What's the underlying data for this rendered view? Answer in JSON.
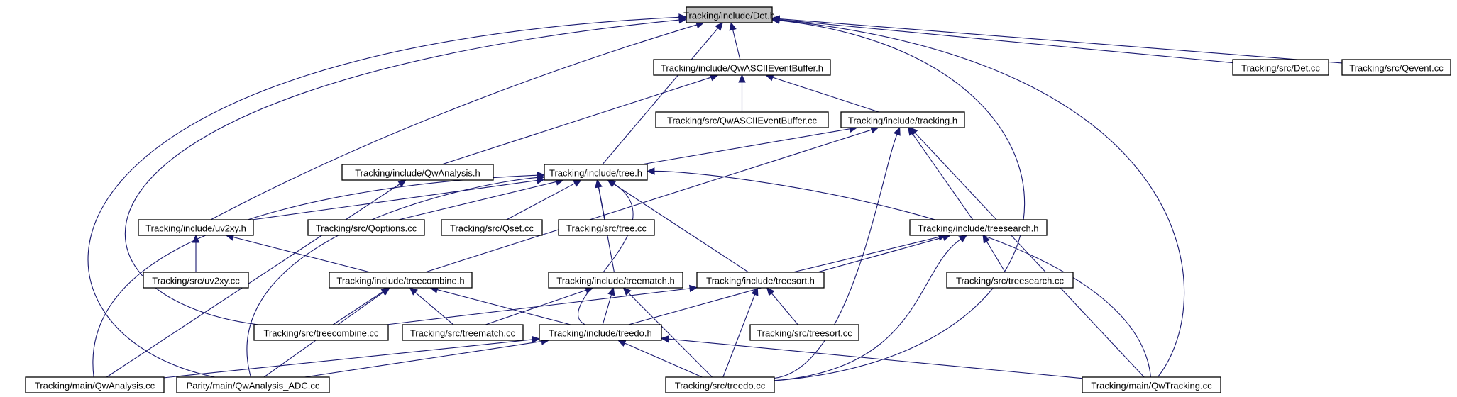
{
  "graph": {
    "colors": {
      "edge": "#191970",
      "node_border": "#000000",
      "root_fill": "#bfbfbf",
      "node_fill": "#ffffff"
    },
    "nodes": [
      {
        "id": "det_h",
        "label": "Tracking/include/Det.h",
        "root": true
      },
      {
        "id": "qwascii_h",
        "label": "Tracking/include/QwASCIIEventBuffer.h"
      },
      {
        "id": "det_cc",
        "label": "Tracking/src/Det.cc"
      },
      {
        "id": "qevent_cc",
        "label": "Tracking/src/Qevent.cc"
      },
      {
        "id": "qwascii_cc",
        "label": "Tracking/src/QwASCIIEventBuffer.cc"
      },
      {
        "id": "tracking_h",
        "label": "Tracking/include/tracking.h"
      },
      {
        "id": "qwanalysis_h",
        "label": "Tracking/include/QwAnalysis.h"
      },
      {
        "id": "tree_h",
        "label": "Tracking/include/tree.h"
      },
      {
        "id": "uv2xy_h",
        "label": "Tracking/include/uv2xy.h"
      },
      {
        "id": "qoptions_cc",
        "label": "Tracking/src/Qoptions.cc"
      },
      {
        "id": "qset_cc",
        "label": "Tracking/src/Qset.cc"
      },
      {
        "id": "tree_cc",
        "label": "Tracking/src/tree.cc"
      },
      {
        "id": "treesearch_h",
        "label": "Tracking/include/treesearch.h"
      },
      {
        "id": "uv2xy_cc",
        "label": "Tracking/src/uv2xy.cc"
      },
      {
        "id": "treecombine_h",
        "label": "Tracking/include/treecombine.h"
      },
      {
        "id": "treematch_h",
        "label": "Tracking/include/treematch.h"
      },
      {
        "id": "treesort_h",
        "label": "Tracking/include/treesort.h"
      },
      {
        "id": "treesearch_cc",
        "label": "Tracking/src/treesearch.cc"
      },
      {
        "id": "treecombine_cc",
        "label": "Tracking/src/treecombine.cc"
      },
      {
        "id": "treematch_cc",
        "label": "Tracking/src/treematch.cc"
      },
      {
        "id": "treedo_h",
        "label": "Tracking/include/treedo.h"
      },
      {
        "id": "treesort_cc",
        "label": "Tracking/src/treesort.cc"
      },
      {
        "id": "main_qwanalysis_cc",
        "label": "Tracking/main/QwAnalysis.cc"
      },
      {
        "id": "parity_adc_cc",
        "label": "Parity/main/QwAnalysis_ADC.cc"
      },
      {
        "id": "treedo_cc",
        "label": "Tracking/src/treedo.cc"
      },
      {
        "id": "qwtracking_cc",
        "label": "Tracking/main/QwTracking.cc"
      }
    ],
    "edges": [
      {
        "from": "qwascii_h",
        "to": "det_h"
      },
      {
        "from": "det_cc",
        "to": "det_h"
      },
      {
        "from": "qevent_cc",
        "to": "det_h"
      },
      {
        "from": "tree_h",
        "to": "det_h"
      },
      {
        "from": "uv2xy_h",
        "to": "det_h"
      },
      {
        "from": "treecombine_cc",
        "to": "det_h"
      },
      {
        "from": "parity_adc_cc",
        "to": "det_h"
      },
      {
        "from": "treedo_cc",
        "to": "det_h"
      },
      {
        "from": "qwtracking_cc",
        "to": "det_h"
      },
      {
        "from": "qwascii_cc",
        "to": "qwascii_h"
      },
      {
        "from": "tracking_h",
        "to": "qwascii_h"
      },
      {
        "from": "qwanalysis_h",
        "to": "qwascii_h"
      },
      {
        "from": "tree_h",
        "to": "tracking_h"
      },
      {
        "from": "treesearch_h",
        "to": "tracking_h"
      },
      {
        "from": "treecombine_h",
        "to": "tracking_h"
      },
      {
        "from": "treedo_cc",
        "to": "tracking_h"
      },
      {
        "from": "qwtracking_cc",
        "to": "tracking_h"
      },
      {
        "from": "main_qwanalysis_cc",
        "to": "qwanalysis_h"
      },
      {
        "from": "uv2xy_h",
        "to": "tree_h"
      },
      {
        "from": "qoptions_cc",
        "to": "tree_h"
      },
      {
        "from": "qset_cc",
        "to": "tree_h"
      },
      {
        "from": "tree_cc",
        "to": "tree_h"
      },
      {
        "from": "treematch_h",
        "to": "tree_h"
      },
      {
        "from": "treesort_h",
        "to": "tree_h"
      },
      {
        "from": "treedo_h",
        "to": "tree_h"
      },
      {
        "from": "main_qwanalysis_cc",
        "to": "tree_h"
      },
      {
        "from": "parity_adc_cc",
        "to": "tree_h"
      },
      {
        "from": "qwtracking_cc",
        "to": "tree_h"
      },
      {
        "from": "uv2xy_cc",
        "to": "uv2xy_h"
      },
      {
        "from": "treecombine_h",
        "to": "uv2xy_h"
      },
      {
        "from": "treesort_h",
        "to": "treesearch_h"
      },
      {
        "from": "treedo_h",
        "to": "treesearch_h"
      },
      {
        "from": "treesearch_cc",
        "to": "treesearch_h"
      },
      {
        "from": "treedo_cc",
        "to": "treesearch_h"
      },
      {
        "from": "treecombine_cc",
        "to": "treecombine_h"
      },
      {
        "from": "treematch_cc",
        "to": "treecombine_h"
      },
      {
        "from": "treedo_h",
        "to": "treecombine_h"
      },
      {
        "from": "parity_adc_cc",
        "to": "treecombine_h"
      },
      {
        "from": "treematch_cc",
        "to": "treematch_h"
      },
      {
        "from": "treedo_h",
        "to": "treematch_h"
      },
      {
        "from": "treedo_cc",
        "to": "treematch_h"
      },
      {
        "from": "treecombine_cc",
        "to": "treesort_h"
      },
      {
        "from": "treedo_cc",
        "to": "treesort_h"
      },
      {
        "from": "treesort_cc",
        "to": "treesort_h"
      },
      {
        "from": "main_qwanalysis_cc",
        "to": "treedo_h"
      },
      {
        "from": "parity_adc_cc",
        "to": "treedo_h"
      },
      {
        "from": "treedo_cc",
        "to": "treedo_h"
      },
      {
        "from": "qwtracking_cc",
        "to": "treedo_h"
      }
    ]
  }
}
